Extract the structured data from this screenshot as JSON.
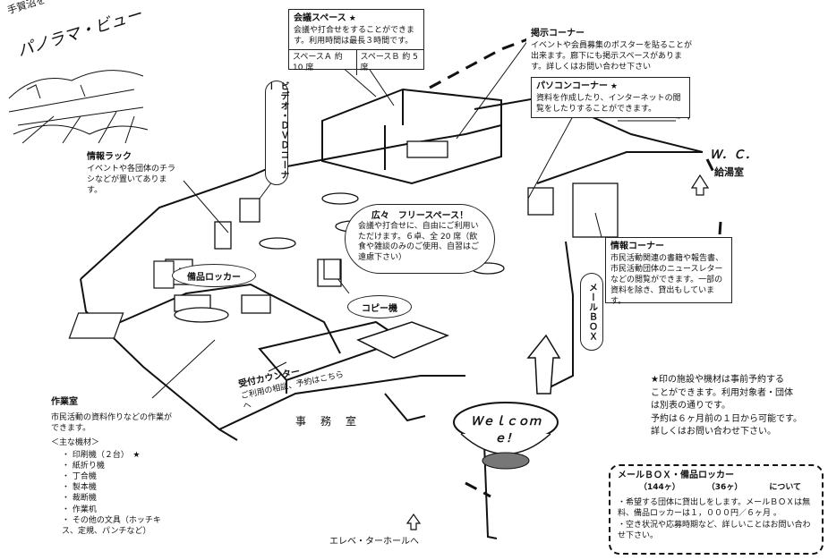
{
  "panorama": {
    "caption": "手賀沼を一望できます！",
    "title": "パノラマ・ビュー"
  },
  "meeting_space": {
    "title": "会議スペース",
    "star": "★",
    "desc": "会議や打合せをすることができます。利用時間は最長３時間です。",
    "space_a": "スペースＡ 約 10 席",
    "space_b": "スペースＢ 約 5 席"
  },
  "bulletin": {
    "title": "掲示コーナー",
    "desc": "イベントや会員募集のポスターを貼ることが出来ます。廊下にも掲示スペースがあります。詳しくはお問い合わせ下さい"
  },
  "pc_corner": {
    "title": "パソコンコーナー",
    "star": "★",
    "desc": "資料を作成したり、インターネットの閲覧をしたりすることができます。"
  },
  "video_corner": {
    "label": "ビデオ・ＤＶＤコーナー"
  },
  "wc": {
    "label": "Ｗ．Ｃ．",
    "kitchen": "給湯室"
  },
  "info_rack": {
    "title": "情報ラック",
    "desc": "イベントや各団体のチラシなどが置いてあります。"
  },
  "free_space": {
    "title": "広々　フリースペース！",
    "desc": "会議や打合せに、自由にご利用いただけます。６卓、全 20 席（飲食や雑談のみのご使用、自習はご遠慮下さい）"
  },
  "lockers": {
    "label": "備品ロッカー"
  },
  "copier": {
    "label": "コピー機"
  },
  "info_corner": {
    "title": "情報コーナー",
    "desc": "市民活動関連の書籍や報告書、市民活動団体のニュースレターなどの閲覧ができます。一部の資料を除き、貸出もしています。"
  },
  "mailbox": {
    "label": "メールＢＯＸ"
  },
  "reception": {
    "title": "受付カウンター",
    "desc": "ご利用の相談、予約はこちらへ"
  },
  "office": {
    "label": "事　務　室"
  },
  "welcome": {
    "label": "Ｗｅｌｃｏｍｅ！"
  },
  "elevator": {
    "label": "エレベ・ターホールへ"
  },
  "workroom": {
    "title": "作業室",
    "desc": "市民活動の資料作りなどの作業ができます。",
    "equip_header": "＜主な機材＞",
    "equipment": [
      "・ 印刷機（２台）　★",
      "・ 紙折り機",
      "・ 丁合機",
      "・ 製本機",
      "・ 裁断機",
      "・ 作業机",
      "・ その他の文具（ホッチキス、定規、パンチなど）"
    ]
  },
  "note": {
    "line1": "★印の施設や機材は事前予約する",
    "line2": "ことができます。利用対象者・団体",
    "line3": "は別表の通りです。",
    "line4": "予約は６ヶ月前の１日から可能です。",
    "line5": "詳しくはお問い合わせ下さい。"
  },
  "mailbox_box": {
    "title": "メールＢＯＸ・備品ロッカー",
    "count_mail": "（144ヶ）",
    "count_locker": "（36ヶ）",
    "about": "について",
    "item1": "・希望する団体に貸出しをします。メールＢＯＸは無料、備品ロッカーは１，０００円／６ヶ月 。",
    "item2": "・空き状況や応募時期など、詳しいことはお問い合わせ下さい。"
  }
}
